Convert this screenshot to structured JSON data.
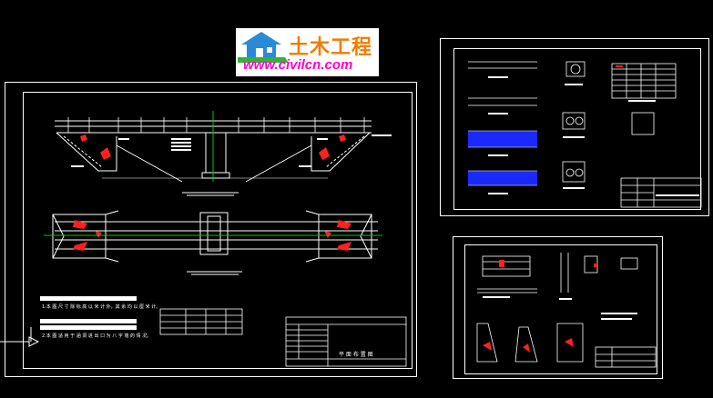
{
  "logo": {
    "name_cn": "土木工程",
    "url": "www.civilcn.com",
    "name_color": "#f47a00",
    "url_color": "#ff00cc"
  },
  "sheet_main": {
    "note_line_1": "1.本 图 尺 寸 除 标 高 以 米 计 外，其 余 均 以 厘 米 计。",
    "note_line_2": "2.本 图 适 用 于 涵 洞 进 出 口 为 八 字 墙 的 情 况。",
    "title_block_text": "平 面 布 置 图"
  },
  "colors": {
    "background": "#000000",
    "frame": "#ffffff",
    "centerline": "#00c800",
    "hatch_red": "#ff2020",
    "blue_fill": "#1a2aff",
    "text_white": "#ffffff"
  }
}
